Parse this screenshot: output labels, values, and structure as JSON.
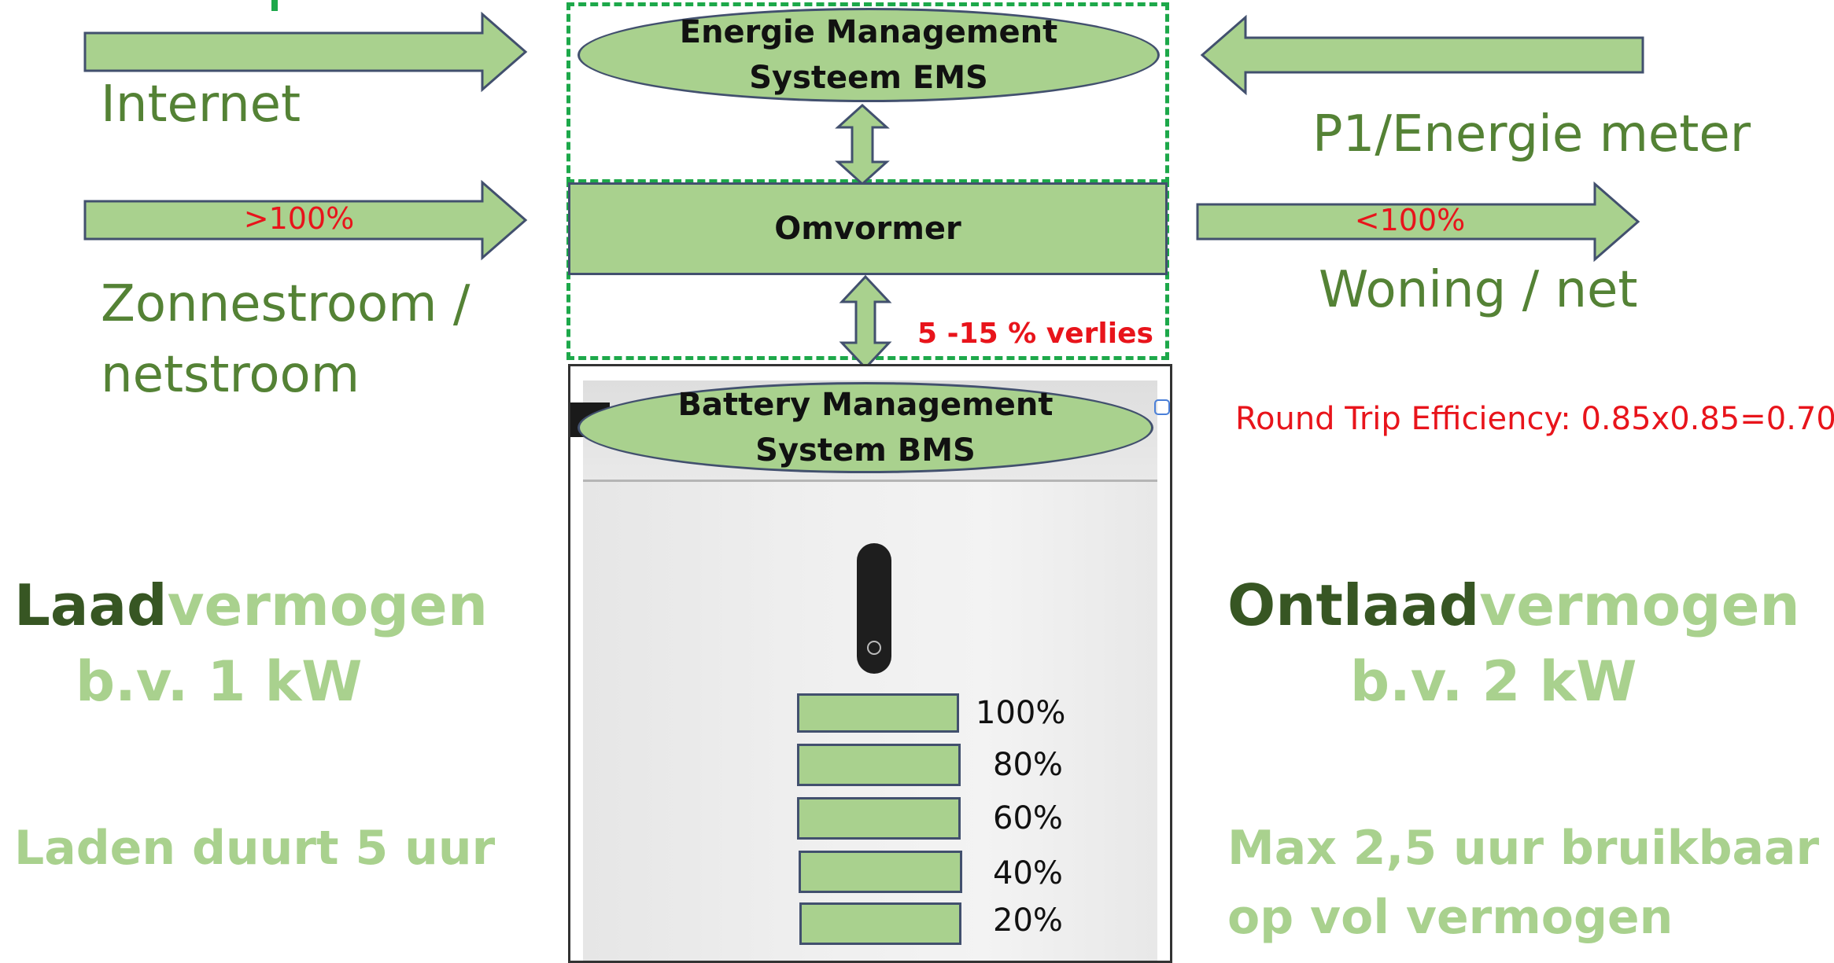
{
  "inputs": {
    "internet": "Internet",
    "solar_line1": "Zonnestroom /",
    "solar_line2": "netstroom",
    "solar_arrow_label": ">100%"
  },
  "outputs": {
    "meter": "P1/Energie meter",
    "home": "Woning / net",
    "home_arrow_label": "<100%"
  },
  "center": {
    "ems_line1": "Energie Management",
    "ems_line2": "Systeem EMS",
    "inverter": "Omvormer",
    "loss": "5 -15 % verlies",
    "bms_line1": "Battery Management",
    "bms_line2": "System BMS"
  },
  "battery": {
    "levels": [
      "100%",
      "80%",
      "60%",
      "40%",
      "20%"
    ]
  },
  "efficiency": "Round Trip Efficiency: 0.85x0.85=0.70",
  "charge": {
    "title_dark": "Laad",
    "title_light": "vermogen",
    "example": "b.v. 1 kW",
    "duration": "Laden duurt 5 uur"
  },
  "discharge": {
    "title_dark": "Ontlaad",
    "title_light": "vermogen",
    "example": "b.v. 2 kW",
    "duration_line1": "Max 2,5 uur bruikbaar",
    "duration_line2": "op vol vermogen"
  },
  "colors": {
    "shape_fill": "#a9d18e",
    "shape_border": "#42506e",
    "dashed_border": "#1da84a",
    "label_green": "#548235",
    "dark_green": "#375623",
    "red": "#e8141b"
  }
}
